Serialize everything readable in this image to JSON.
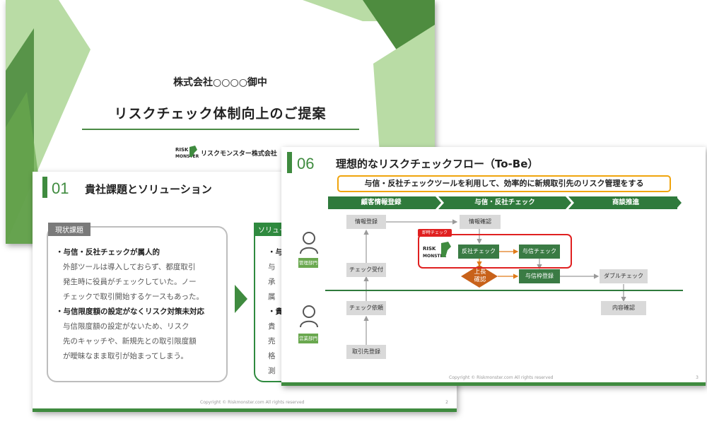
{
  "cover": {
    "company": "株式会社○○○○御中",
    "title": "リスクチェック体制向上のご提案",
    "brand": "リスクモンスター株式会社",
    "logo_text": "RISK MONSTER"
  },
  "slide2": {
    "number": "01",
    "title": "貴社課題とソリューション",
    "current_tag": "現状課題",
    "solution_tag": "ソリューション",
    "issues": [
      {
        "heading": "・与信・反社チェックが属人的",
        "lines": [
          "外部ツールは導入しておらず、都度取引",
          "発生時に役員がチェックしていた。ノー",
          "チェックで取引開始するケースもあった。"
        ]
      },
      {
        "heading": "・与信限度額の設定がなくリスク対策未対応",
        "lines": [
          "与信限度額の設定がないため、リスク",
          "先のキャッチや、新規先との取引限度額",
          "が曖昧なまま取引が始まってしまう。"
        ]
      }
    ],
    "solution_glimpse": [
      "・与",
      "与",
      "承",
      "属",
      "・貴",
      "貴",
      "売",
      "格",
      "測"
    ],
    "copyright": "Copyright © Riskmonster.com All rights reserved",
    "page": "2"
  },
  "slide3": {
    "number": "06",
    "title": "理想的なリスクチェックフロー（To-Be）",
    "goal": "与信・反社チェックツールを利用して、効率的に新規取引先のリスク管理をする",
    "phases": [
      "顧客情報登録",
      "与信・反社チェック",
      "商談推進"
    ],
    "roles": {
      "admin": "管理部門",
      "sales": "営業部門"
    },
    "boxes": {
      "info_register": "情報登録",
      "info_confirm": "情報確認",
      "check_receive": "チェック受付",
      "check_request": "チェック依頼",
      "client_register": "取引先登録",
      "anti_social_check": "反社チェック",
      "credit_check": "与信チェック",
      "credit_limit_register": "与信枠登録",
      "double_check": "ダブルチェック",
      "content_confirm": "内容確認",
      "boss_confirm_1": "上長",
      "boss_confirm_2": "確認"
    },
    "instant_check_tag": "即時チェック",
    "logo_text": "RISK MONSTER",
    "copyright": "Copyright © Riskmonster.com All rights reserved",
    "page": "3"
  },
  "colors": {
    "brand_green": "#3f8b3f",
    "light_green": "#b9dca5",
    "dark_green": "#2f7a3c",
    "alert_red": "#e02020",
    "goal_orange": "#f0a40c",
    "diamond_orange": "#c8621a"
  }
}
